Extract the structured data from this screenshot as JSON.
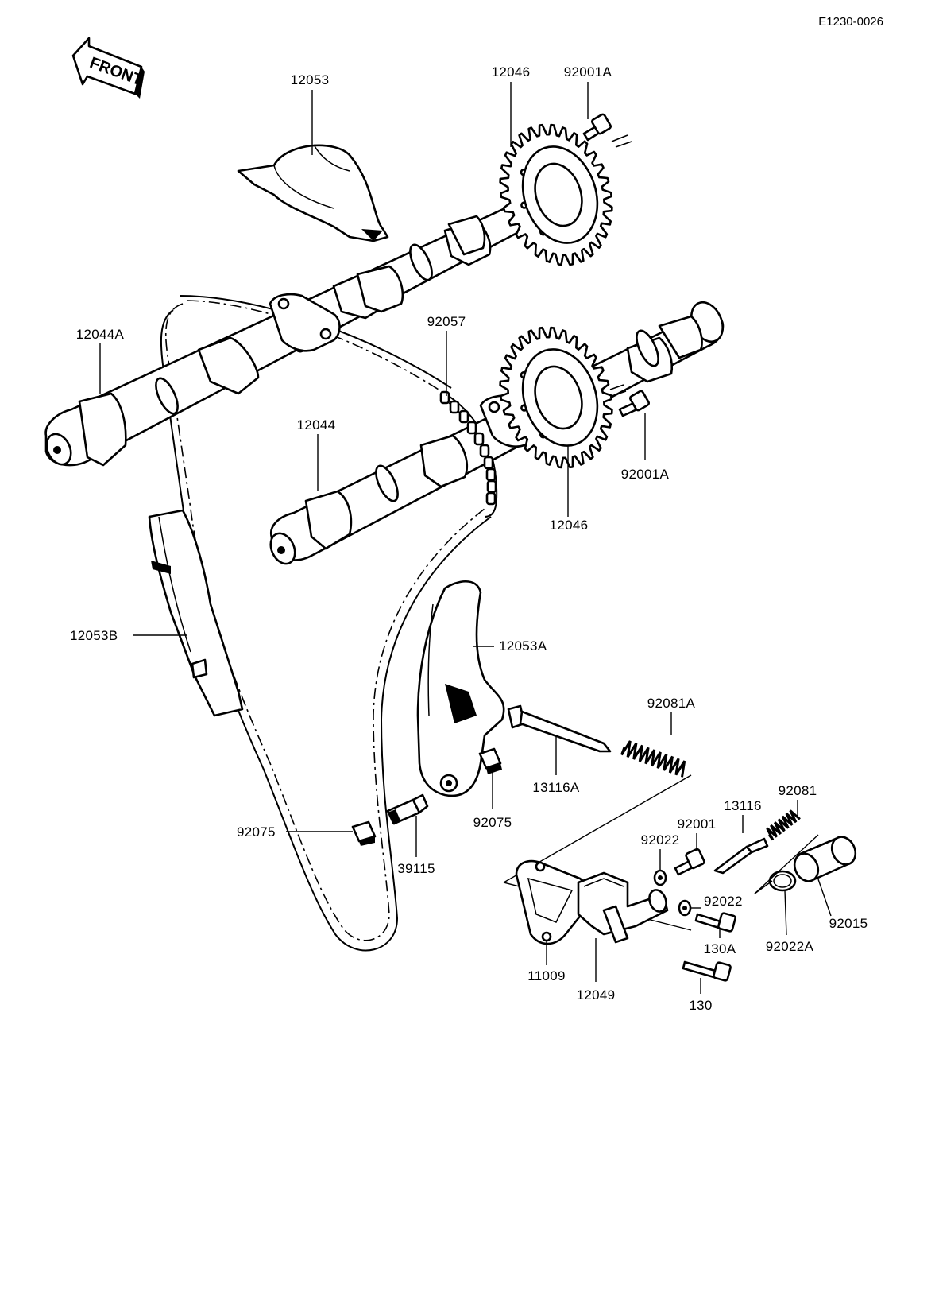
{
  "document_code": "E1230-0026",
  "front_label": "FRONT",
  "callouts": {
    "p12053": "12053",
    "p12046_top": "12046",
    "p92001A_top": "92001A",
    "p12044A": "12044A",
    "p92057": "92057",
    "p12044": "12044",
    "p92001A_right": "92001A",
    "p12046_bottom": "12046",
    "p12053B": "12053B",
    "p12053A": "12053A",
    "p92081A": "92081A",
    "p13116A": "13116A",
    "p92081": "92081",
    "p13116": "13116",
    "p92001": "92001",
    "p92022_upper": "92022",
    "p92075_left": "92075",
    "p92075_right": "92075",
    "p39115": "39115",
    "p92022_lower": "92022",
    "p130A": "130A",
    "p92022A": "92022A",
    "p92015": "92015",
    "p11009": "11009",
    "p12049": "12049",
    "p130": "130"
  }
}
